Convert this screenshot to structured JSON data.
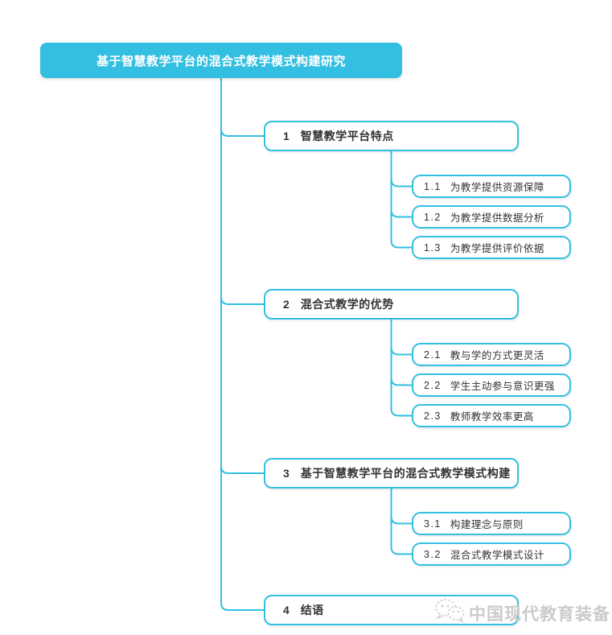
{
  "root": {
    "title": "基于智慧教学平台的混合式教学模式构建研究"
  },
  "branches": [
    {
      "number": "1",
      "label": "智慧教学平台特点",
      "children": [
        {
          "number": "1.1",
          "label": "为教学提供资源保障"
        },
        {
          "number": "1.2",
          "label": "为教学提供数据分析"
        },
        {
          "number": "1.3",
          "label": "为教学提供评价依据"
        }
      ]
    },
    {
      "number": "2",
      "label": "混合式教学的优势",
      "children": [
        {
          "number": "2.1",
          "label": "教与学的方式更灵活"
        },
        {
          "number": "2.2",
          "label": "学生主动参与意识更强"
        },
        {
          "number": "2.3",
          "label": "教师教学效率更高"
        }
      ]
    },
    {
      "number": "3",
      "label": "基于智慧教学平台的混合式教学模式构建",
      "children": [
        {
          "number": "3.1",
          "label": "构建理念与原则"
        },
        {
          "number": "3.2",
          "label": "混合式教学模式设计"
        }
      ]
    },
    {
      "number": "4",
      "label": "结语",
      "children": []
    }
  ],
  "watermark": {
    "text": "中国现代教育装备",
    "logo": "wechat-bubbles-icon"
  },
  "colors": {
    "accent": "#33BFE2",
    "text": "#333333",
    "watermark": "#cbcbcb"
  }
}
